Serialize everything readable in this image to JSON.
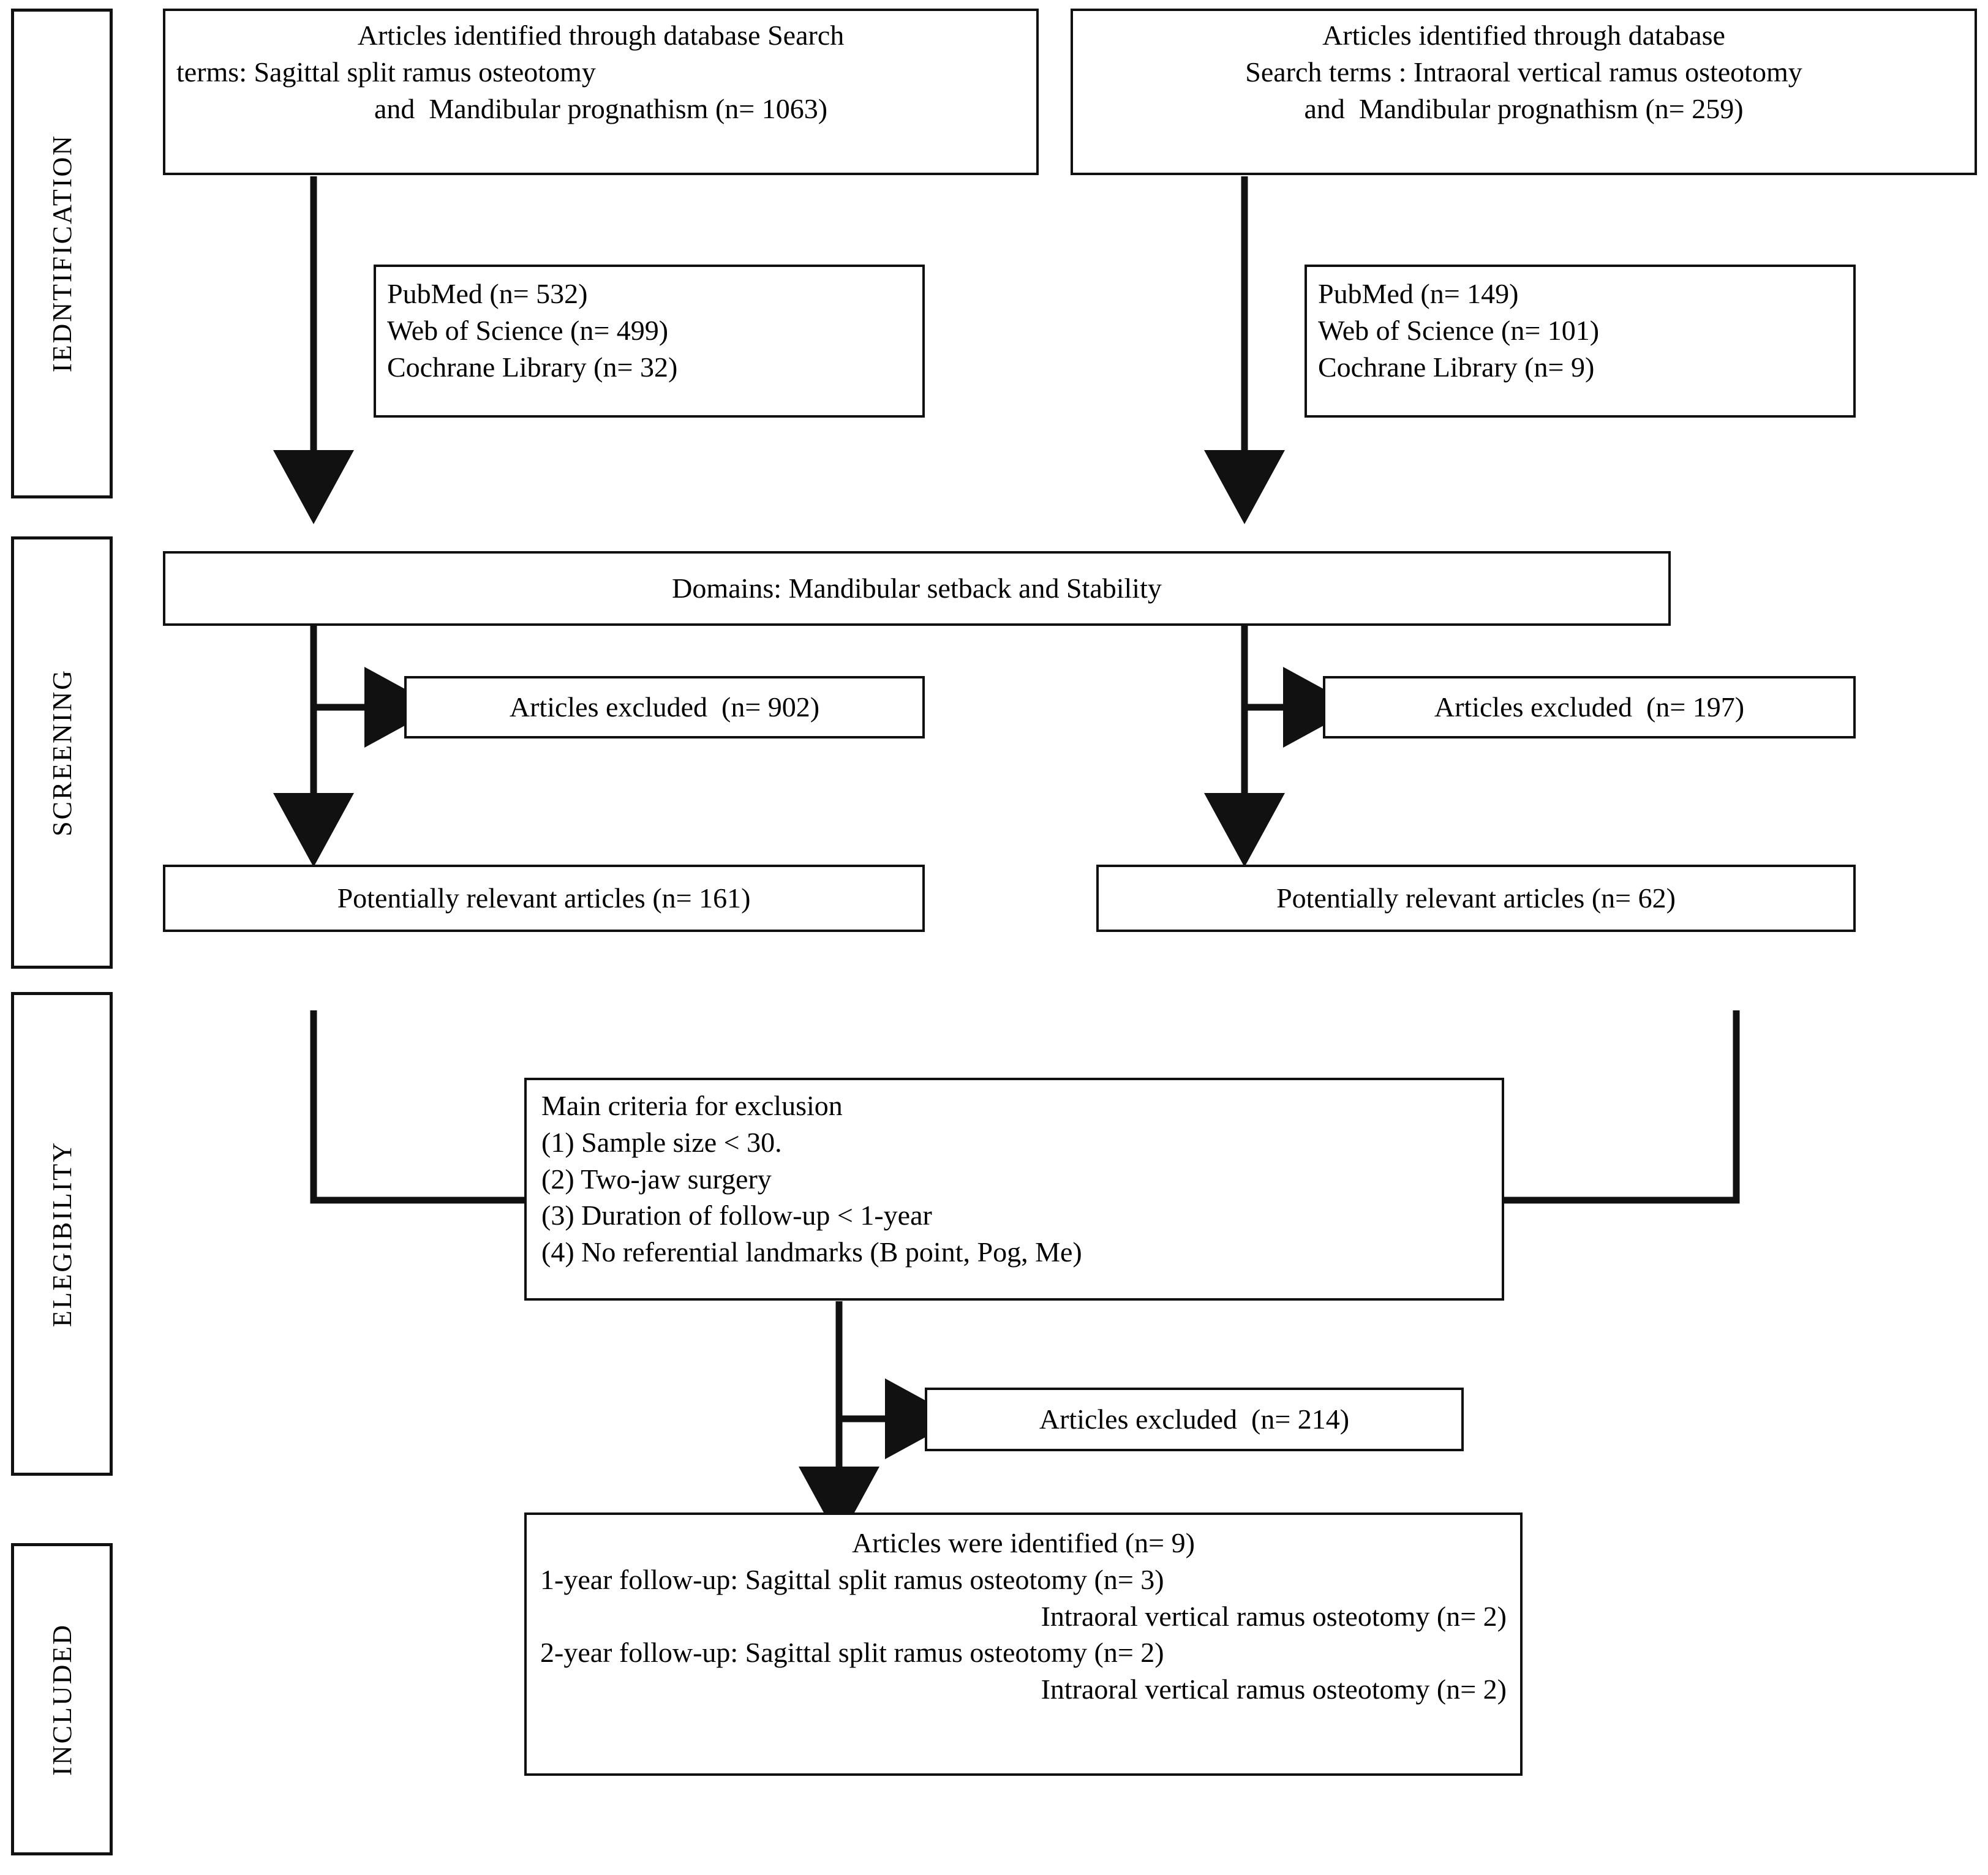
{
  "diagram": {
    "title": "PRISMA study selection flow diagram",
    "stages": [
      {
        "id": "identification",
        "label": "IEDNTIFICATION"
      },
      {
        "id": "screening",
        "label": "SCREENING"
      },
      {
        "id": "eligibility",
        "label": "ELEGIBILITY"
      },
      {
        "id": "included",
        "label": "INCLUDED"
      }
    ],
    "boxes": {
      "source_left": {
        "lines": [
          "Articles identified through database Search",
          "terms: Sagittal split ramus osteotomy",
          "and  Mandibular prognathism (n= 1063)"
        ]
      },
      "source_right": {
        "lines": [
          "Articles identified through database",
          "Search terms : Intraoral vertical ramus osteotomy",
          "and  Mandibular prognathism (n= 259)"
        ]
      },
      "databases_left": {
        "lines": [
          "PubMed (n= 532)",
          "Web of Science (n= 499)",
          "Cochrane Library (n= 32)"
        ]
      },
      "databases_right": {
        "lines": [
          "PubMed (n= 149)",
          "Web of Science (n= 101)",
          "Cochrane Library (n= 9)"
        ]
      },
      "domains": {
        "lines": [
          "Domains: Mandibular setback and Stability"
        ]
      },
      "excluded_left": {
        "lines": [
          "Articles excluded  (n= 902)"
        ]
      },
      "excluded_right": {
        "lines": [
          "Articles excluded  (n= 197)"
        ]
      },
      "relevant_left": {
        "lines": [
          "Potentially relevant articles (n= 161)"
        ]
      },
      "relevant_right": {
        "lines": [
          "Potentially relevant articles (n= 62)"
        ]
      },
      "criteria": {
        "lines": [
          "Main criteria for exclusion",
          "(1) Sample size < 30.",
          "(2) Two-jaw surgery",
          "(3) Duration of follow-up < 1-year",
          "(4) No referential landmarks (B point, Pog, Me)"
        ]
      },
      "excluded_criteria": {
        "lines": [
          "Articles excluded  (n= 214)"
        ]
      },
      "included": {
        "lines": [
          "Articles were identified (n= 9)",
          "1-year follow-up: Sagittal split ramus osteotomy (n= 3)",
          "Intraoral vertical ramus osteotomy (n= 2)",
          "2-year follow-up: Sagittal split ramus osteotomy (n= 2)",
          "Intraoral vertical ramus osteotomy (n= 2)"
        ]
      }
    },
    "colors": {
      "stroke": "#111111",
      "background": "#ffffff",
      "text": "#000000"
    }
  }
}
